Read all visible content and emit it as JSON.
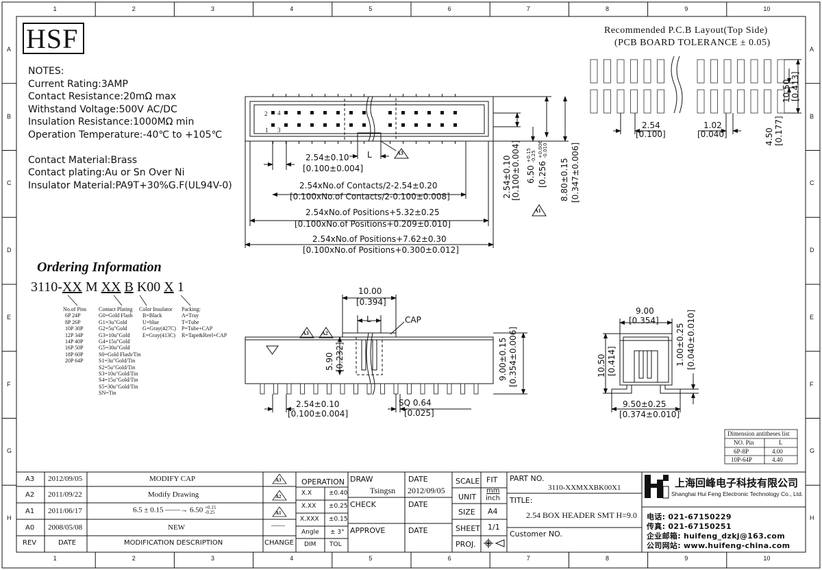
{
  "border": {
    "columns": [
      "1",
      "2",
      "3",
      "4",
      "5",
      "6",
      "7",
      "8",
      "9",
      "10"
    ],
    "rows": [
      "A",
      "B",
      "C",
      "D",
      "E",
      "F",
      "G",
      "H"
    ]
  },
  "logo": "HSF",
  "notes": {
    "heading": "NOTES:",
    "lines": [
      "Current Rating:3AMP",
      "Contact Resistance:20mΩ   max",
      "Withstand Voltage:500V AC/DC",
      "Insulation Resistance:1000MΩ min",
      "Operation Temperature:-40℃ to +105℃",
      "",
      "Contact Material:Brass",
      "Contact plating:Au or Sn Over Ni",
      "Insulator Material:PA9T+30%G.F(UL94V-0)"
    ]
  },
  "pcb_layout": {
    "title": "Recommended P.C.B Layout(Top Side)",
    "tolerance": "(PCB BOARD TOLERANCE ± 0.05)",
    "dim_pitch": "2.54",
    "dim_pitch_in": "[0.100]",
    "dim_pad": "1.02",
    "dim_pad_in": "[0.040]",
    "dim_height": "10.50",
    "dim_height_in": "[0.413]",
    "dim_gap": "4.50",
    "dim_gap_in": "[0.177]"
  },
  "top_view": {
    "pin_labels": [
      "2",
      "4",
      "1",
      "3"
    ],
    "label_L": "L",
    "rev_mark": "A3",
    "dim_pitch": "2.54±0.10",
    "dim_pitch_in": "[0.100±0.004]",
    "dim_contacts": "2.54xNo.of Contacts/2-2.54±0.20",
    "dim_contacts_in": "[0.100xNo.of Contacts/2-0.100±0.008]",
    "dim_positions1": "2.54xNo.of Positions+5.32±0.25",
    "dim_positions1_in": "[0.100xNo.of Positions+0.209±0.010]",
    "dim_positions2": "2.54xNo.of Positions+7.62±0.30",
    "dim_positions2_in": "[0.100xNo.of Positions+0.300±0.012]",
    "dim_row": "2.54±0.10",
    "dim_row_in": "[0.100±0.004]",
    "dim_650": "6.50",
    "dim_650_tol_up": "+0.15",
    "dim_650_tol_dn": "-0.25",
    "dim_0256": "[0.256",
    "dim_0256_tol_up": "+0.006",
    "dim_0256_tol_dn": "-0.010",
    "dim_880": "8.80±0.15",
    "dim_880_in": "[0.347±0.006]",
    "rev_mark2": "A1"
  },
  "ordering": {
    "title": "Ordering Information",
    "code_parts": [
      "3110-",
      "XX",
      " M ",
      "XX",
      " ",
      "B",
      " K00 ",
      "X",
      " 1"
    ],
    "pins_title": "No.of Pins",
    "pins": [
      "6P  24P",
      "8P  26P",
      "10P  30P",
      "12P  34P",
      "14P  40P",
      "16P  50P",
      "18P  60P",
      "20P  64P"
    ],
    "plating_title": "Contact Plating",
    "plating": [
      "G0=Gold Flash",
      "G1=3u\"Gold",
      "G2=5u\"Gold",
      "G3=10u\"Gold",
      "G4=15u\"Gold",
      "G5=30u\"Gold",
      "S0=Gold Flash/Tin",
      "S1=3u\"Gold/Tin",
      "S2=5u\"Gold/Tin",
      "S3=10u\"Gold/Tin",
      "S4=15u\"Gold/Tin",
      "S5=30u\"Gold/Tin",
      "SN=Tin"
    ],
    "color_title": "Color Insulator",
    "colors": [
      "B=Black",
      "U=blue",
      "G=Gray(427C)",
      "E=Gray(413C)"
    ],
    "packing_title": "Packing:",
    "packing": [
      "A=Tray",
      "T=Tube",
      "P=Tube+CAP",
      "R=Tape&Reel+CAP"
    ]
  },
  "front_view": {
    "dim_cap": "10.00",
    "dim_cap_in": "[0.394]",
    "label_L": "L",
    "cap": "CAP",
    "rev_a3": "A3",
    "rev_a2": "A2",
    "dim_590": "5.90",
    "dim_590_in": "[0.232]",
    "dim_900": "9.00±0.15",
    "dim_900_in": "[0.354±0.006]",
    "dim_pitch": "2.54±0.10",
    "dim_pitch_in": "[0.100±0.004]",
    "dim_sq": "SQ 0.64",
    "dim_sq_in": "[0.025]"
  },
  "side_view": {
    "dim_width": "9.00",
    "dim_width_in": "[0.354]",
    "dim_height": "10.50",
    "dim_height_in": "[0.414]",
    "dim_100": "1.00±0.25",
    "dim_100_in": "[0.040±0.010]",
    "dim_950": "9.50±0.25",
    "dim_950_in": "[0.374±0.010]"
  },
  "antitheses": {
    "title": "Dimension antitheses list",
    "headers": [
      "NO. Pin",
      "L"
    ],
    "rows": [
      [
        "6P-8P",
        "4.00"
      ],
      [
        "10P-64P",
        "4.40"
      ]
    ]
  },
  "revisions": {
    "rows": [
      {
        "rev": "A3",
        "date": "2012/09/05",
        "desc": "MODIFY CAP",
        "mark": "A3"
      },
      {
        "rev": "A2",
        "date": "2011/09/22",
        "desc": "Modify Drawing",
        "mark": "A2"
      },
      {
        "rev": "A1",
        "date": "2011/06/17",
        "desc": "6.5 ± 0.15 ——→ 6.50",
        "desc_tol_up": "+0.15",
        "desc_tol_dn": "-0.25",
        "mark": "A1"
      },
      {
        "rev": "A0",
        "date": "2008/05/08",
        "desc": "NEW",
        "mark": "——"
      }
    ],
    "headers": [
      "REV",
      "DATE",
      "MODIFICATION  DESCRIPTION",
      "CHANGE"
    ]
  },
  "tolerance": {
    "title": "OPERATION",
    "rows": [
      [
        "X.X",
        "±0.40"
      ],
      [
        "X.XX",
        "±0.25"
      ],
      [
        "X.XXX",
        "±0.15"
      ],
      [
        "Angle",
        "± 3°"
      ]
    ],
    "footer": [
      "DIM",
      "TOL"
    ]
  },
  "approvals": {
    "draw_label": "DRAW",
    "draw_name": "Tsingsn",
    "date_label": "DATE",
    "draw_date": "2012/09/05",
    "check_label": "CHECK",
    "approve_label": "APPROVE"
  },
  "scale_box": {
    "scale_label": "SCALE",
    "scale_value": "FIT",
    "unit_label": "UNIT",
    "unit_value1": "mm",
    "unit_value2": "inch",
    "size_label": "SIZE",
    "size_value": "A4",
    "sheet_label": "SHEET",
    "sheet_value": "1/1",
    "proj_label": "PROJ."
  },
  "part": {
    "part_label": "PART NO.",
    "part_no": "3110-XXMXXBK00X1",
    "title_label": "TITLE:",
    "title": "2.54 BOX HEADER SMT H=9.0",
    "customer_label": "Customer NO."
  },
  "company": {
    "name_cn": "上海回峰电子科技有限公司",
    "name_en": "Shanghai Hui Feng Electronic Technology Co., Ltd.",
    "tel": "电话: 021-67150229",
    "fax": "传真: 021-67150251",
    "email": "企业邮箱: huifeng_dzkj@163.com",
    "web": "公司网站: www.huifeng-china.com"
  }
}
